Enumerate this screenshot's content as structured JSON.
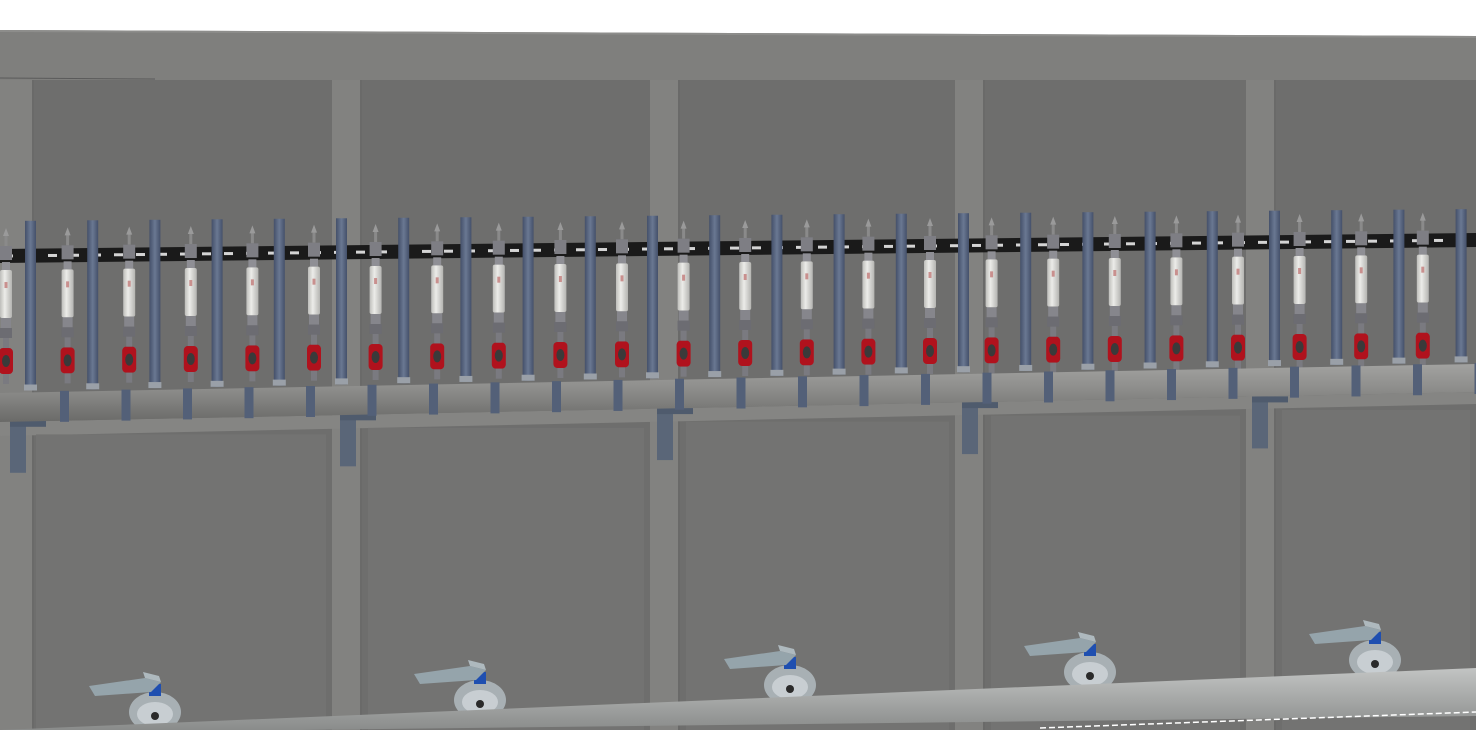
{
  "scene": {
    "description_kind": "3d-render",
    "colors": {
      "background": "#ffffff",
      "tank_frame": "#7f7f7d",
      "tank_panel": "#6e6e6d",
      "panel_lower": "#737372",
      "mullion": "#828280",
      "pipe_vertical": "#57647a",
      "header_pipe": "#8a8a88",
      "rail": "#1a1a1a",
      "rotameter_tube": "#d9d9d6",
      "valve_red": "#b0121d",
      "butterfly_valve": "#a8b0b4",
      "valve_blue": "#1f4fb0",
      "bottom_pipe": "#a4a6a5"
    },
    "flowmeter_count": 24,
    "tank_panel_count": 5,
    "butterfly_valve_count": 5
  }
}
